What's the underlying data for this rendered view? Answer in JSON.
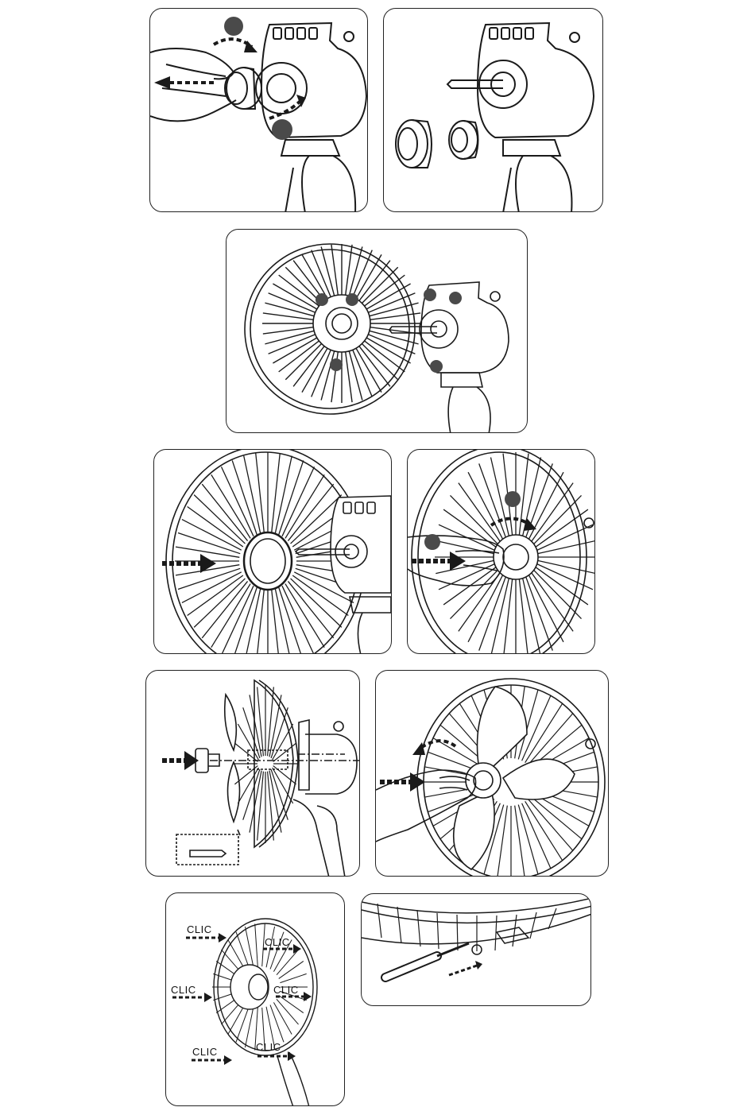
{
  "document": {
    "type": "assembly-instructions",
    "steps": [
      {
        "id": 1,
        "depicts": "unscrew-rear-nut-from-motor"
      },
      {
        "id": 2,
        "depicts": "nut-and-ring-removed"
      },
      {
        "id": 3,
        "depicts": "align-rear-grille-pins"
      },
      {
        "id": 4,
        "depicts": "fit-rear-grille-on-shaft"
      },
      {
        "id": 5,
        "depicts": "tighten-grille-nut"
      },
      {
        "id": 6,
        "depicts": "exploded-blade-and-spinner"
      },
      {
        "id": 7,
        "depicts": "tighten-spinner"
      },
      {
        "id": 8,
        "depicts": "clip-front-grille"
      },
      {
        "id": 9,
        "depicts": "screw-grille-clamp"
      }
    ],
    "clic_label": "CLIC",
    "clic_labels": [
      "CLIC",
      "CLIC",
      "CLIC",
      "CLIC",
      "CLIC"
    ]
  },
  "colors": {
    "line": "#1a1a1a",
    "marker": "#4a4a4a",
    "background": "#ffffff"
  }
}
